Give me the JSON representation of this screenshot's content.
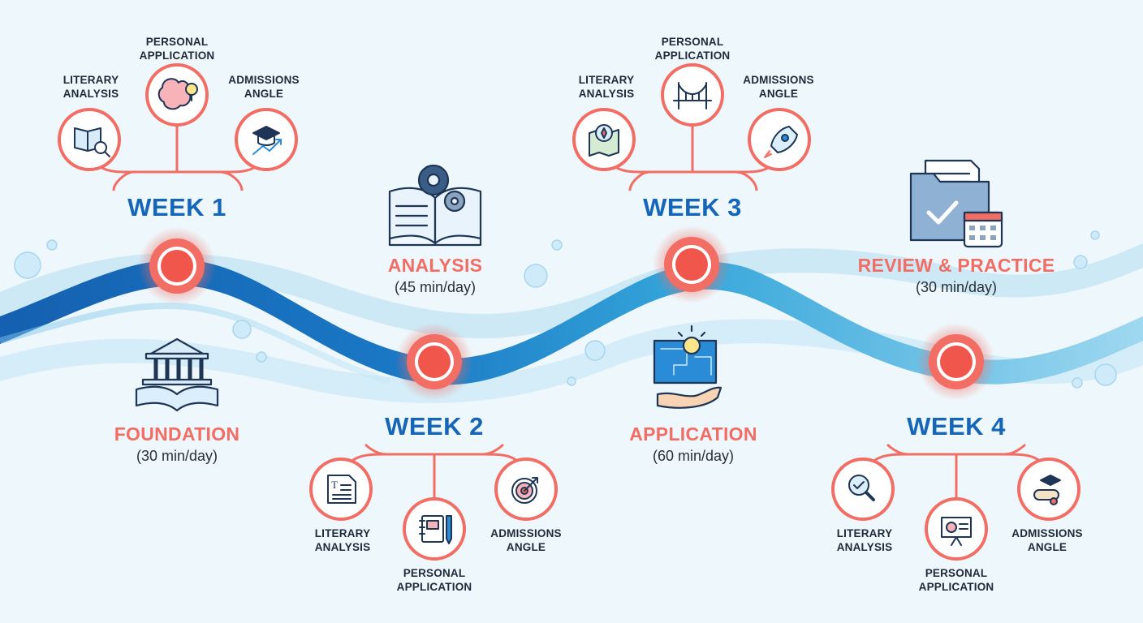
{
  "weeks": [
    {
      "title": "WEEK 1",
      "nodes": [
        "LITERARY\nANALYSIS",
        "PERSONAL\nAPPLICATION",
        "ADMISSIONS\nANGLE"
      ],
      "node_icons": [
        "book-magnifier-icon",
        "brain-lightbulb-icon",
        "graduation-cap-chart-icon"
      ]
    },
    {
      "title": "WEEK 2",
      "nodes": [
        "LITERARY\nANALYSIS",
        "PERSONAL\nAPPLICATION",
        "ADMISSIONS\nANGLE"
      ],
      "node_icons": [
        "text-document-icon",
        "notebook-pen-icon",
        "target-arrow-icon"
      ]
    },
    {
      "title": "WEEK 3",
      "nodes": [
        "LITERARY\nANALYSIS",
        "PERSONAL\nAPPLICATION",
        "ADMISSIONS\nANGLE"
      ],
      "node_icons": [
        "map-compass-icon",
        "bridge-icon",
        "rocket-icon"
      ]
    },
    {
      "title": "WEEK 4",
      "nodes": [
        "LITERARY\nANALYSIS",
        "PERSONAL\nAPPLICATION",
        "ADMISSIONS\nANGLE"
      ],
      "node_icons": [
        "magnifier-icon",
        "presentation-board-icon",
        "diploma-cap-icon"
      ]
    }
  ],
  "phases": [
    {
      "name": "FOUNDATION",
      "duration": "(30 min/day)",
      "icon": "library-book-icon"
    },
    {
      "name": "ANALYSIS",
      "duration": "(45 min/day)",
      "icon": "book-gears-icon"
    },
    {
      "name": "APPLICATION",
      "duration": "(60 min/day)",
      "icon": "blueprint-hand-icon"
    },
    {
      "name": "REVIEW & PRACTICE",
      "duration": "(30 min/day)",
      "icon": "folder-calendar-icon"
    }
  ],
  "colors": {
    "river_dark": "#1565b8",
    "river_light": "#4fb6e3",
    "accent": "#f26d64",
    "week_title": "#1565b8",
    "background": "#eef7fb"
  }
}
